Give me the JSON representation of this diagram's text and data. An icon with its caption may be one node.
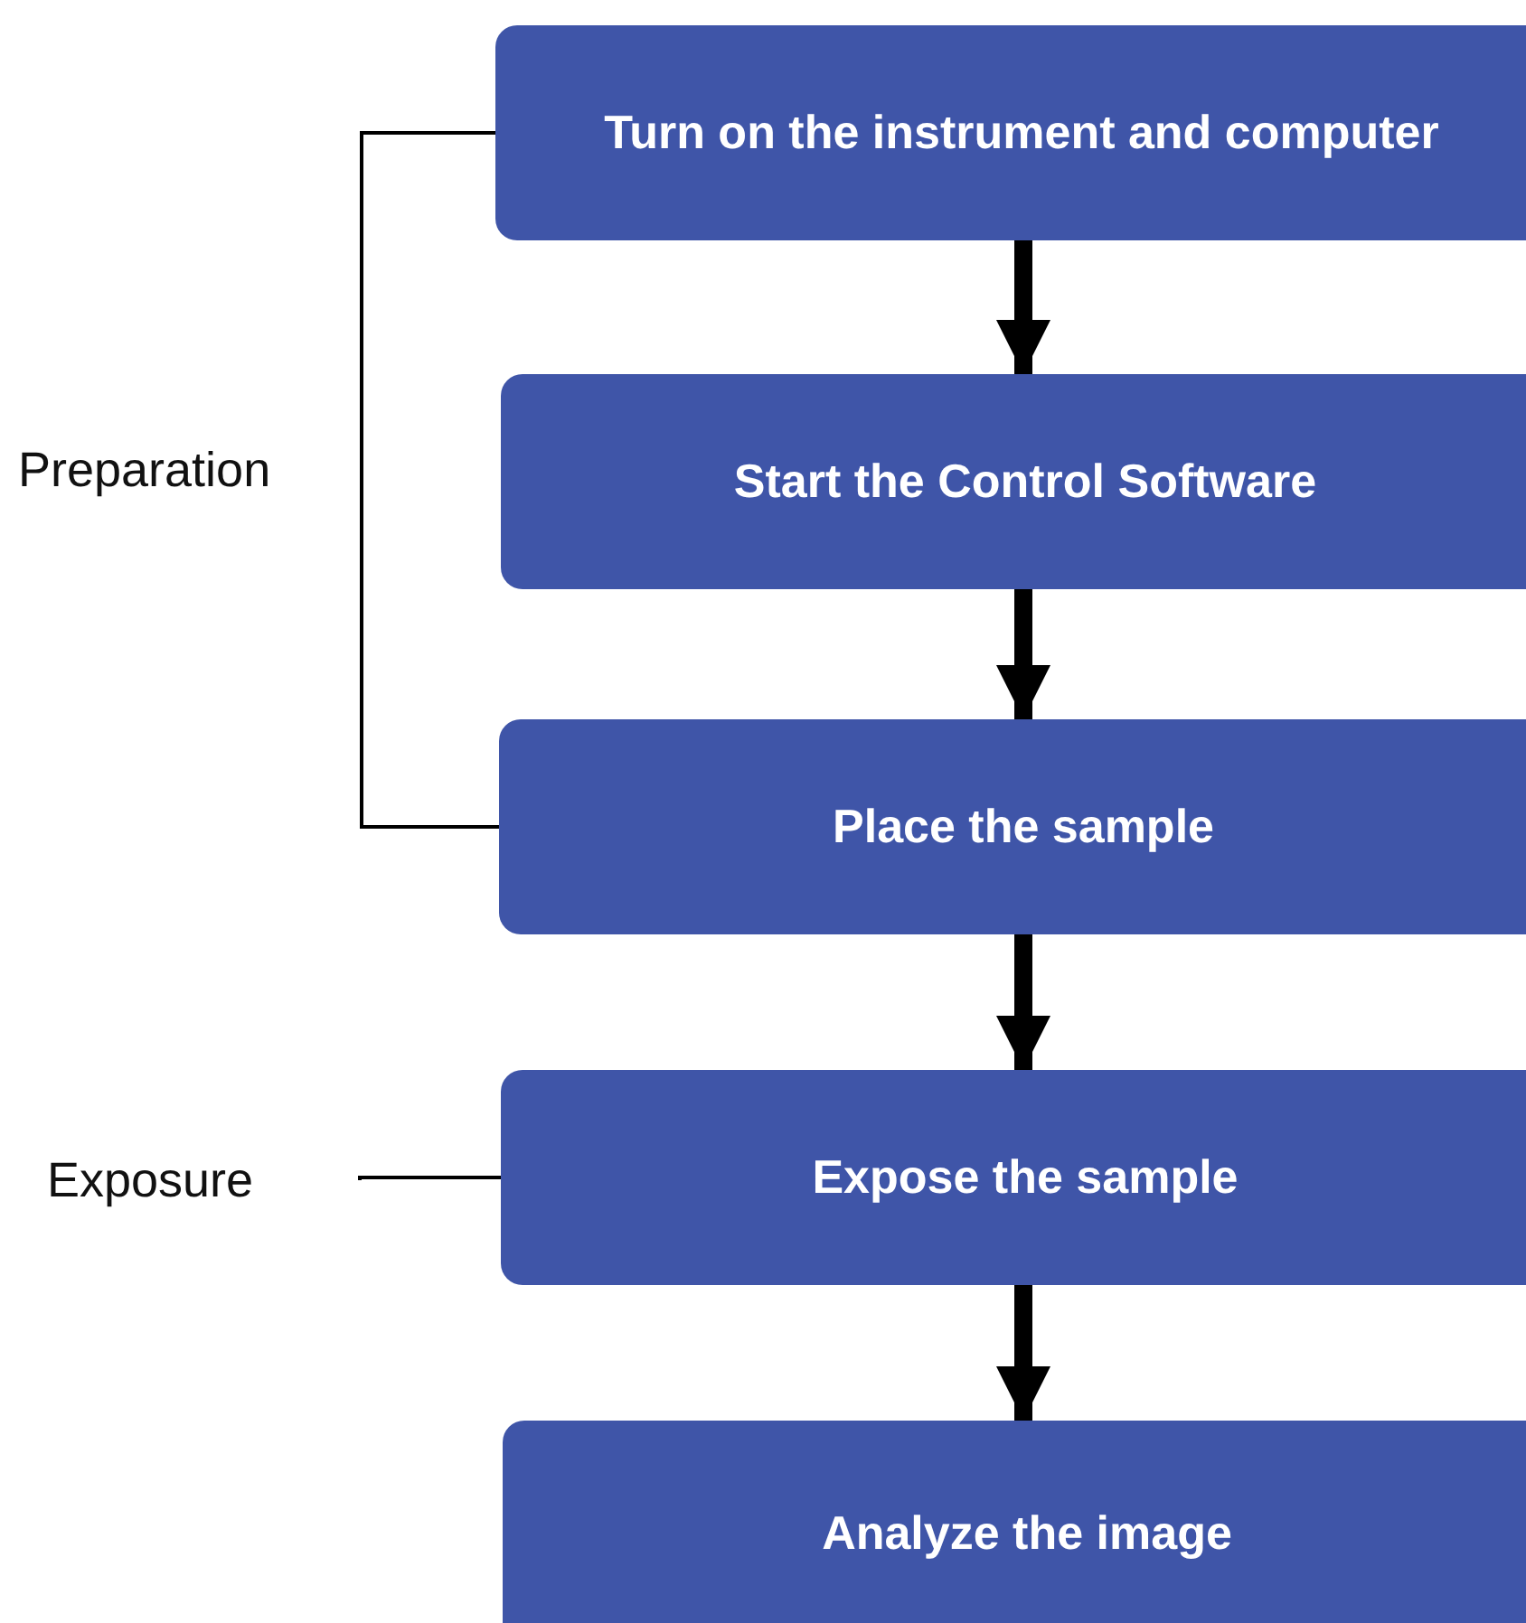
{
  "diagram": {
    "nodes": [
      {
        "text": [
          "Turn on the instrument and computer"
        ]
      },
      {
        "text": [
          "Start the Control Software"
        ]
      },
      {
        "text": [
          "Place the sample"
        ]
      },
      {
        "text": [
          "Expose the sample"
        ]
      },
      {
        "text": [
          "Analyze the image"
        ]
      },
      {
        "text": [
          "Preparation"
        ]
      },
      {
        "text": [
          "Exposure"
        ]
      }
    ],
    "edges": [
      {
        "from": 0,
        "to": 1,
        "arrow": "to"
      },
      {
        "from": 1,
        "to": 2,
        "arrow": "to"
      },
      {
        "from": 2,
        "to": 3,
        "arrow": "to"
      },
      {
        "from": 3,
        "to": 4,
        "arrow": "to"
      },
      {
        "from": 5,
        "to": 0,
        "arrow": "none"
      },
      {
        "from": 5,
        "to": 2,
        "arrow": "none"
      },
      {
        "from": 6,
        "to": 3,
        "arrow": "none"
      }
    ]
  }
}
